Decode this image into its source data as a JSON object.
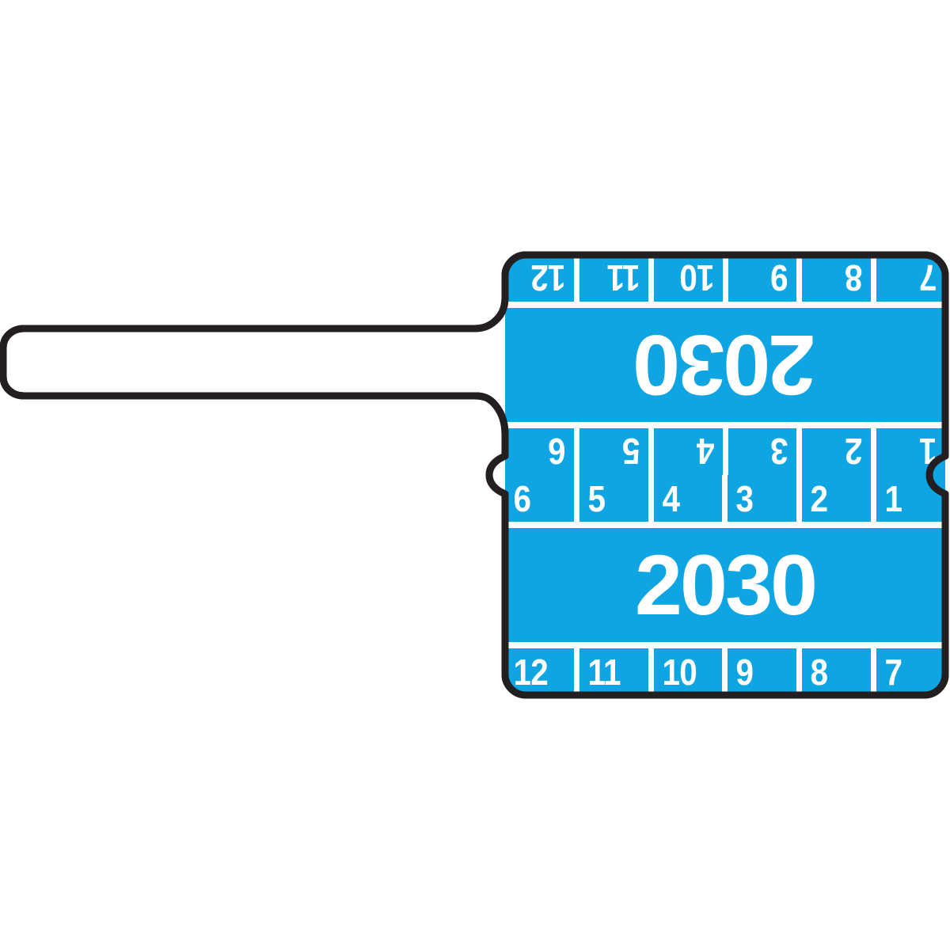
{
  "label": {
    "type": "self-laminating-year-wrap-label",
    "year_top": "2030",
    "year_bottom": "2030",
    "colors": {
      "band": "#0FA5E3",
      "text": "#FFFFFF",
      "outline": "#231F20",
      "tail": "#FFFFFF",
      "background": "#FFFFFF"
    },
    "rows": {
      "top_months_inverted": [
        "12",
        "11",
        "10",
        "9",
        "8",
        "7"
      ],
      "upper_mid_months_inverted": [
        "6",
        "5",
        "4",
        "3",
        "2",
        "1"
      ],
      "lower_mid_months": [
        "6",
        "5",
        "4",
        "3",
        "2",
        "1"
      ],
      "bottom_months": [
        "12",
        "11",
        "10",
        "9",
        "8",
        "7"
      ]
    }
  }
}
